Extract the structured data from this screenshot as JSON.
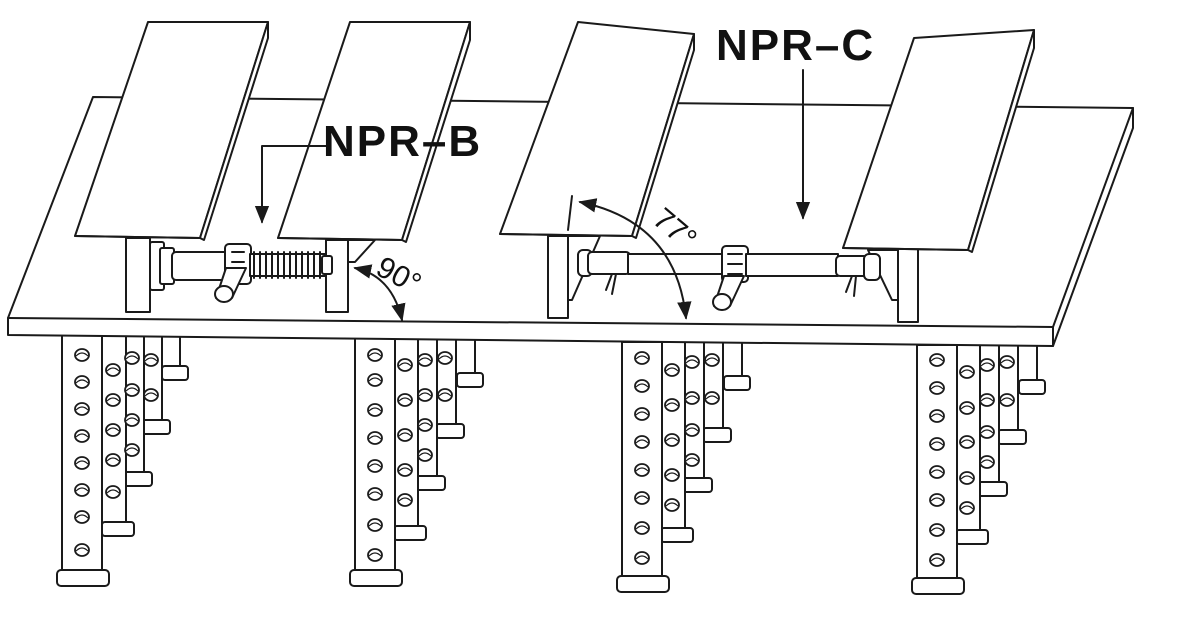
{
  "callouts": {
    "npr_b": "NPR–B",
    "npr_c": "NPR–C"
  },
  "angles": {
    "left": "90°",
    "right": "77°"
  },
  "colors": {
    "line": "#1a1a1a",
    "fill": "#ffffff"
  }
}
